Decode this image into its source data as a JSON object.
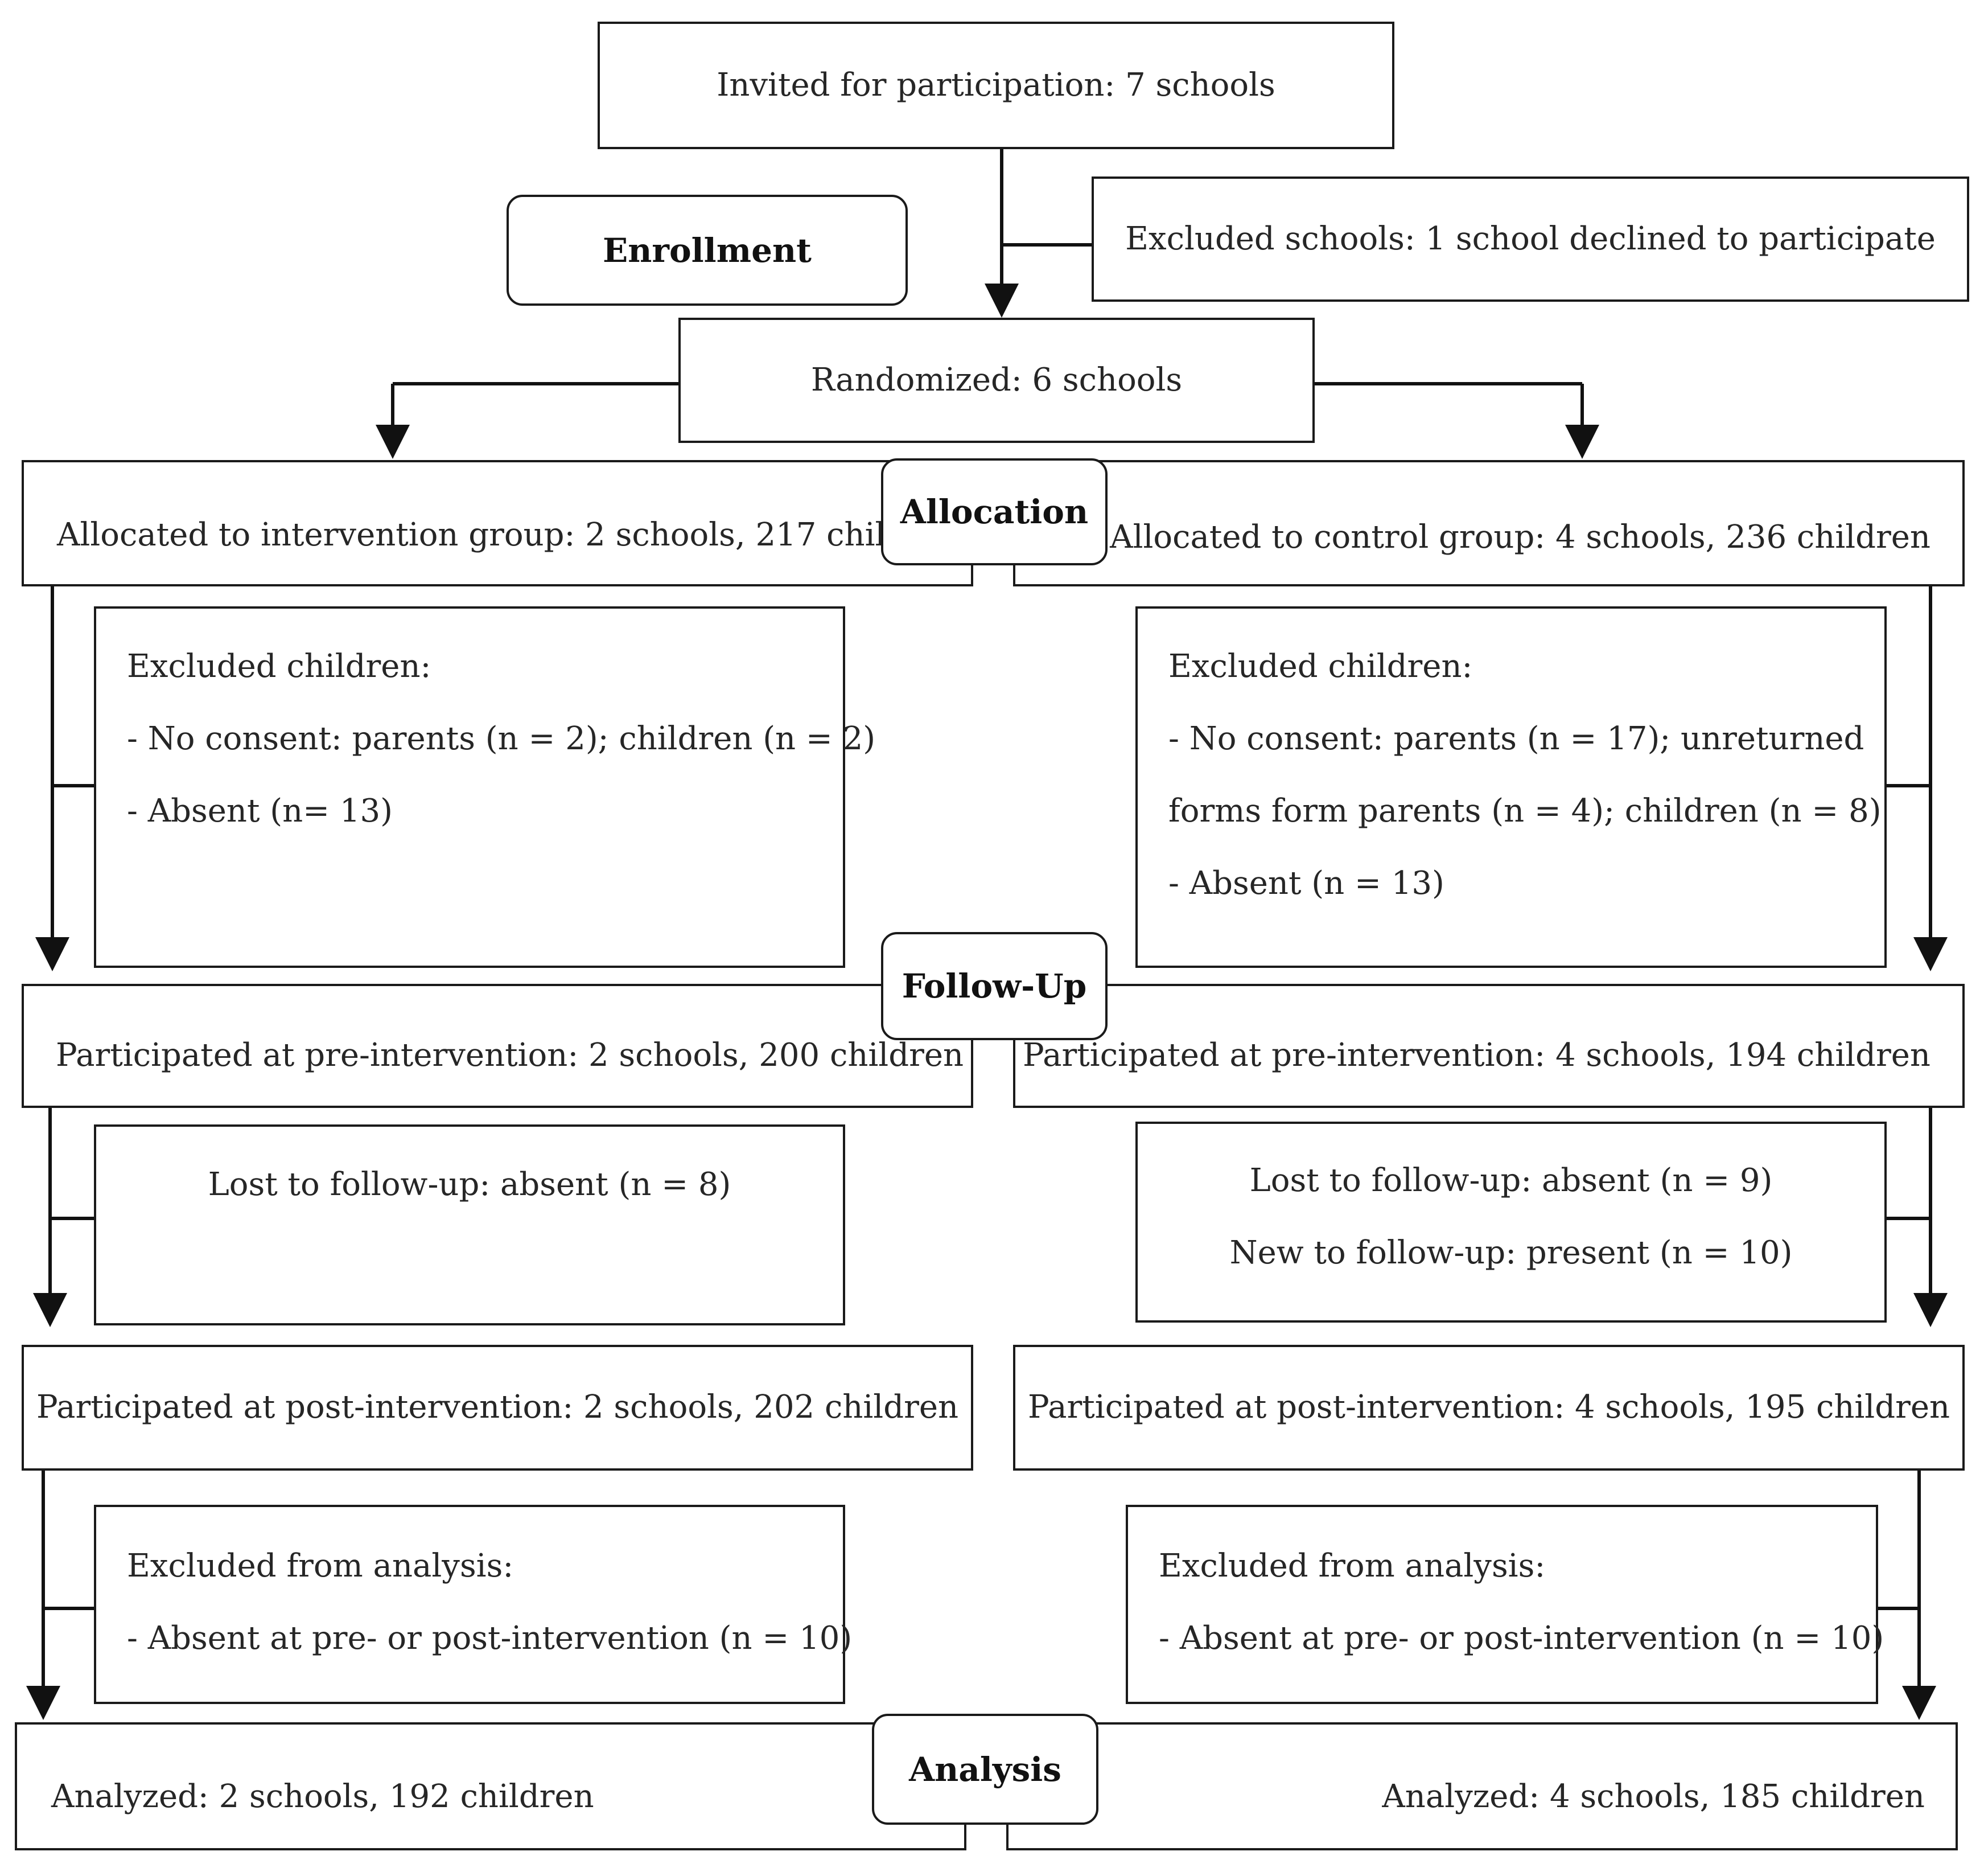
{
  "enrollment": {
    "invited": "Invited for participation: 7 schools",
    "excluded_schools": "Excluded schools: 1 school declined to participate",
    "randomized": "Randomized: 6 schools"
  },
  "stages": {
    "enrollment": "Enrollment",
    "allocation": "Allocation",
    "follow_up": "Follow-Up",
    "analysis": "Analysis"
  },
  "intervention": {
    "allocated": "Allocated to intervention group: 2 schools, 217 children",
    "excluded_title": "Excluded children:",
    "excluded_line1": "- No consent: parents (n = 2); children (n = 2)",
    "excluded_line2": "- Absent (n= 13)",
    "pre": "Participated at pre-intervention: 2 schools, 200 children",
    "lost": "Lost to follow-up: absent (n = 8)",
    "post": "Participated at post-intervention: 2 schools, 202 children",
    "excl_analysis_title": "Excluded from analysis:",
    "excl_analysis_line": "- Absent at pre- or post-intervention (n = 10)",
    "analyzed": "Analyzed: 2 schools, 192 children"
  },
  "control": {
    "allocated": "Allocated to control group: 4 schools, 236 children",
    "excluded_title": "Excluded children:",
    "excluded_line1": "- No consent: parents (n = 17); unreturned",
    "excluded_line2": "forms form parents (n = 4); children (n = 8)",
    "excluded_line3": "- Absent (n = 13)",
    "pre": "Participated at pre-intervention: 4 schools, 194 children",
    "lost": "Lost to follow-up: absent (n = 9)",
    "new": "New to follow-up: present (n = 10)",
    "post": "Participated at post-intervention: 4 schools, 195 children",
    "excl_analysis_title": "Excluded from analysis:",
    "excl_analysis_line": "- Absent at pre- or post-intervention (n = 10)",
    "analyzed": "Analyzed: 4 schools, 185 children"
  }
}
